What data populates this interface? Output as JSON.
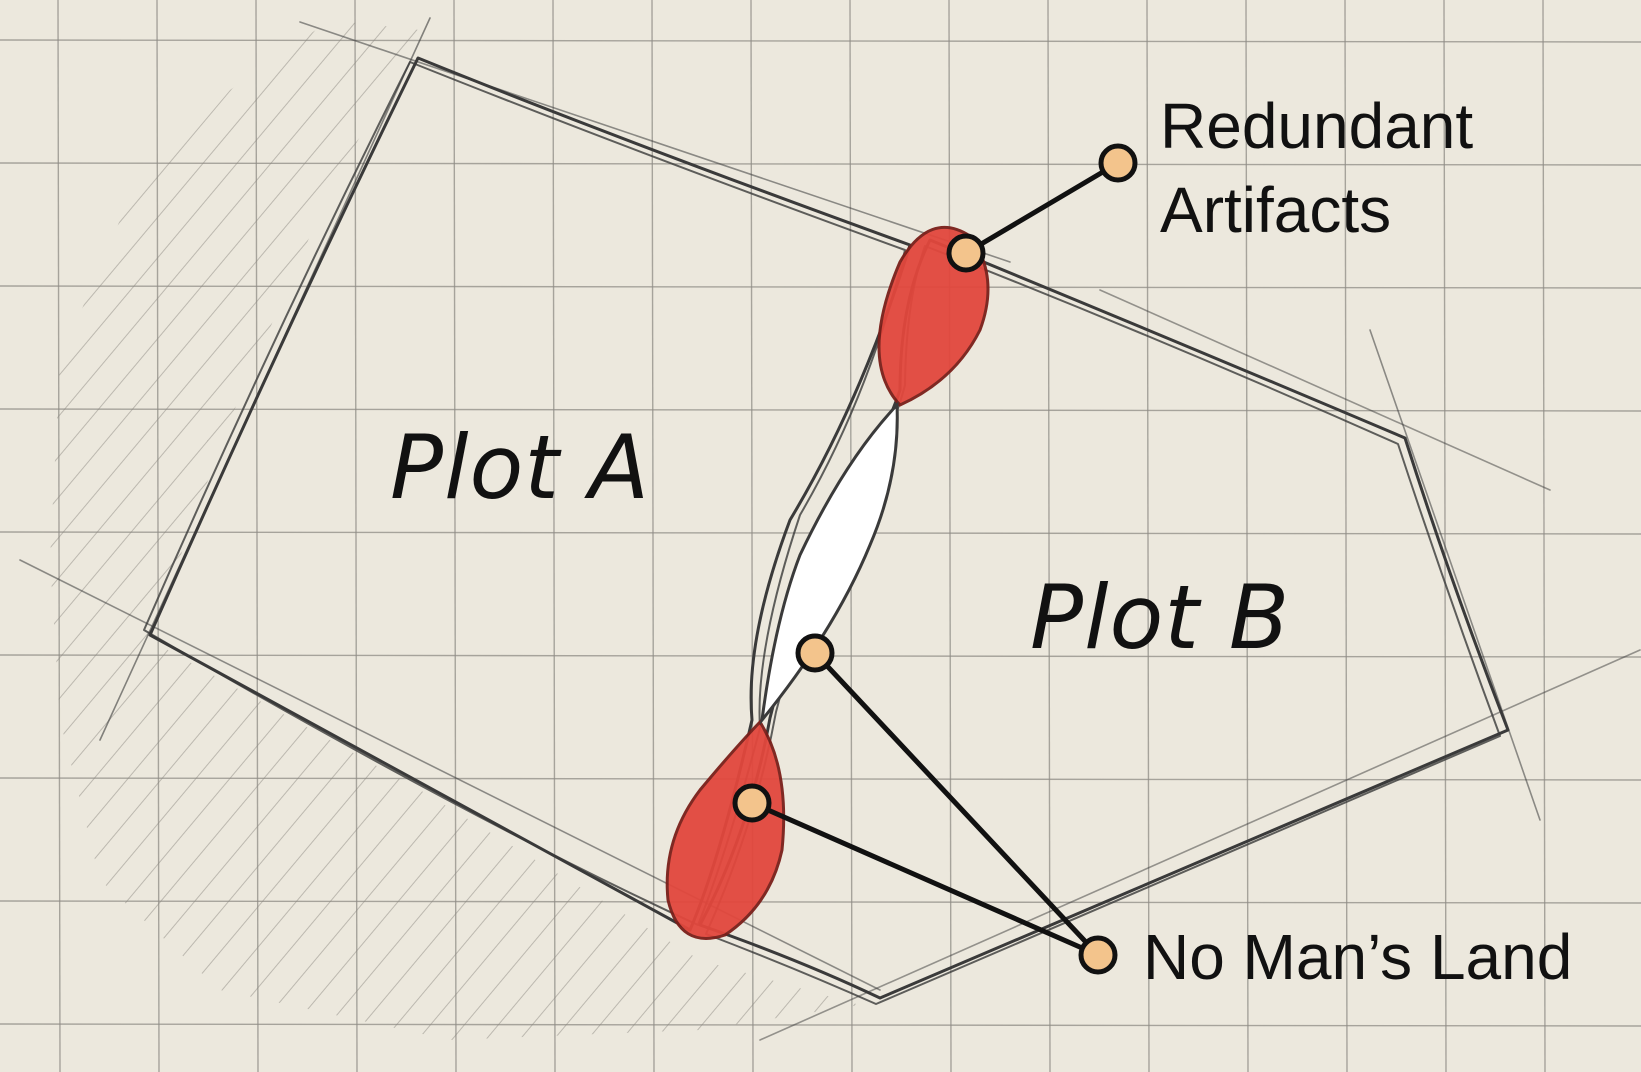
{
  "plots": {
    "a_label": "Plot A",
    "b_label": "Plot B"
  },
  "callouts": {
    "redundant_line1": "Redundant",
    "redundant_line2": "Artifacts",
    "no_mans_land": "No Man’s Land"
  },
  "colors": {
    "paper": "#ece8dd",
    "grid": "#8f8c86",
    "pencil": "#3a3a3a",
    "overlap_red": "#e2473d",
    "gap_white": "#ffffff",
    "marker_fill": "#f3c48c",
    "ink": "#111111"
  }
}
